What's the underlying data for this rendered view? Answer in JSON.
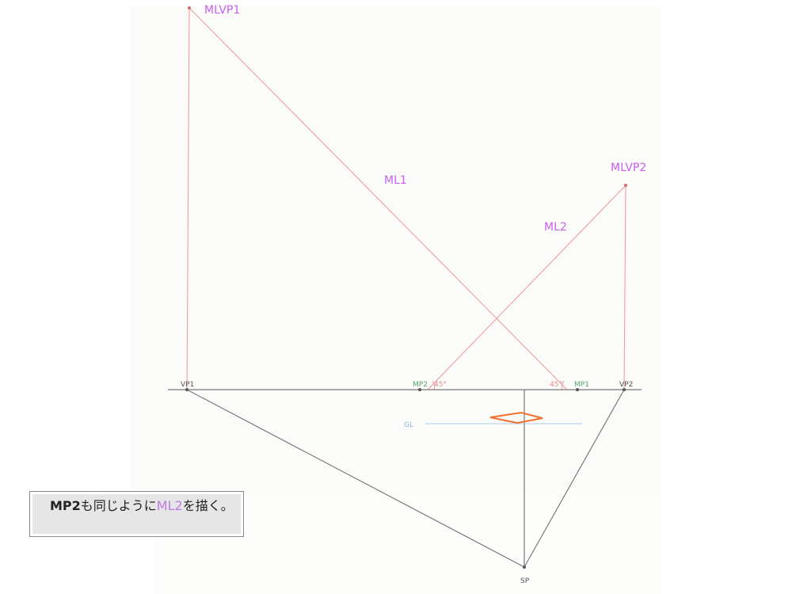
{
  "labels": {
    "mlvp1": "MLVP1",
    "mlvp2": "MLVP2",
    "ml1": "ML1",
    "ml2": "ML2",
    "vp1": "VP1",
    "vp2": "VP2",
    "mp1": "MP1",
    "mp2": "MP2",
    "angle_left": "45°",
    "angle_right": "45°",
    "gl": "GL",
    "sp": "SP"
  },
  "caption": {
    "bold": "MP2",
    "text1": "も同じように",
    "highlight": "ML2",
    "text2": "を描く。"
  },
  "colors": {
    "measuring_line": "#f19595",
    "construction_line": "#7a7a7a",
    "label_accent": "#c85ff0",
    "shape_outline": "#f07030",
    "ground_line": "#a8cbe8"
  }
}
